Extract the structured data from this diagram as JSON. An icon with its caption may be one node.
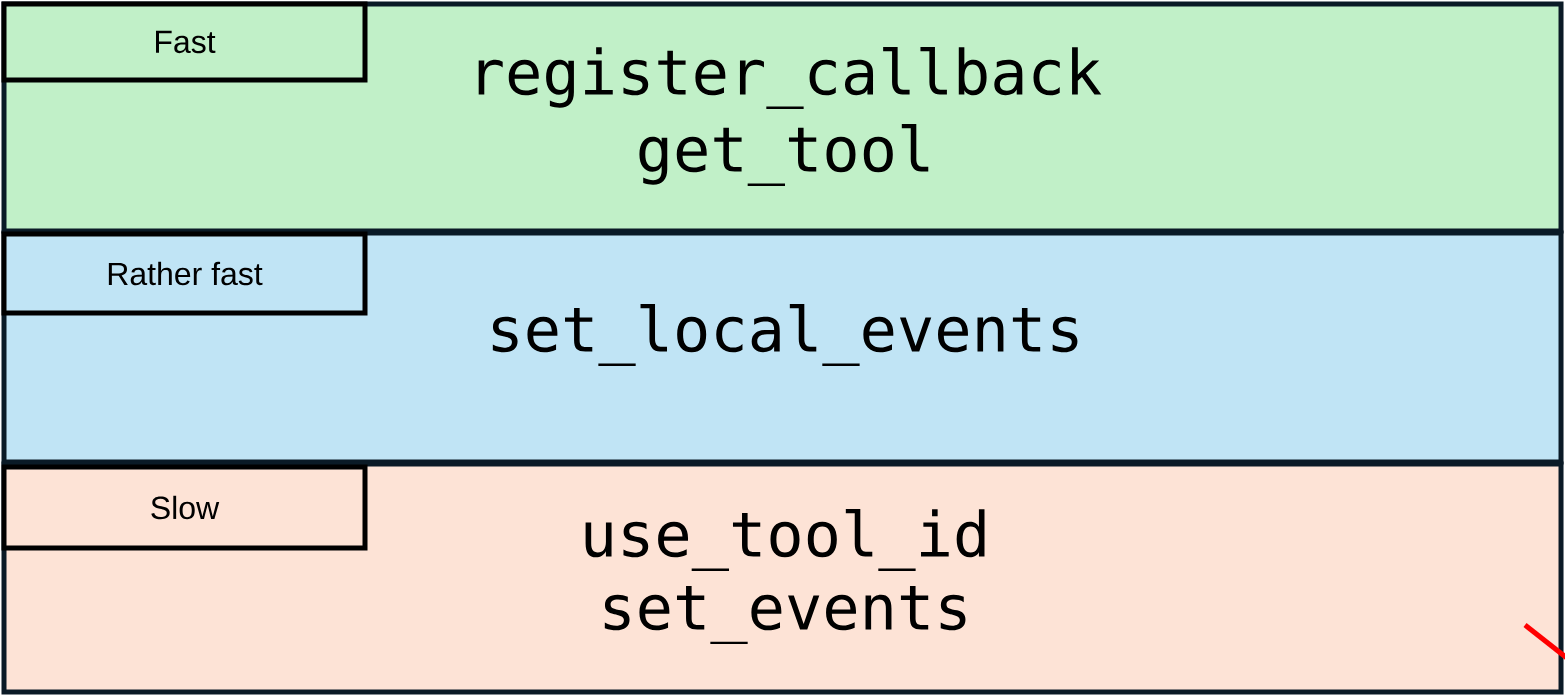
{
  "diagram": {
    "nodes": [
      {
        "text": [
          "register_callback",
          "get_tool"
        ]
      },
      {
        "text": [
          "Fast"
        ],
        "in": 0
      },
      {
        "text": [
          "set_local_events"
        ]
      },
      {
        "text": [
          "Rather fast"
        ],
        "in": 2
      },
      {
        "text": [
          "use_tool_id",
          "set_events"
        ]
      },
      {
        "text": [
          "Slow"
        ],
        "in": 4
      }
    ]
  }
}
